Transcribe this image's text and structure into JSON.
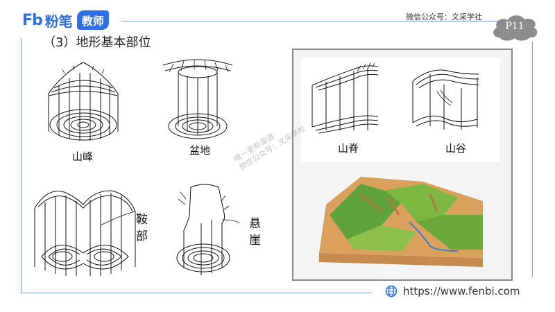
{
  "header": {
    "brand_mark": "Fb",
    "brand_name": "粉笔",
    "brand_badge": "教师",
    "wechat_note": "微信公众号：文采学社",
    "page_number": "P11"
  },
  "slide": {
    "title": "（3）地形基本部位",
    "figures": {
      "peak_label": "山峰",
      "basin_label": "盆地",
      "saddle_label_1": "鞍",
      "saddle_label_2": "部",
      "cliff_label_1": "悬",
      "cliff_label_2": "崖",
      "ridge_label": "山脊",
      "valley_label": "山谷"
    },
    "watermark_line1": "唯一更新渠道",
    "watermark_line2": "微信公众号：文采学社"
  },
  "footer": {
    "url": "https://www.fenbi.com"
  },
  "colors": {
    "brand_blue": "#2f6fe8",
    "frame_blue": "#7d9fe6",
    "cloud_gray": "#8d8d8d"
  }
}
